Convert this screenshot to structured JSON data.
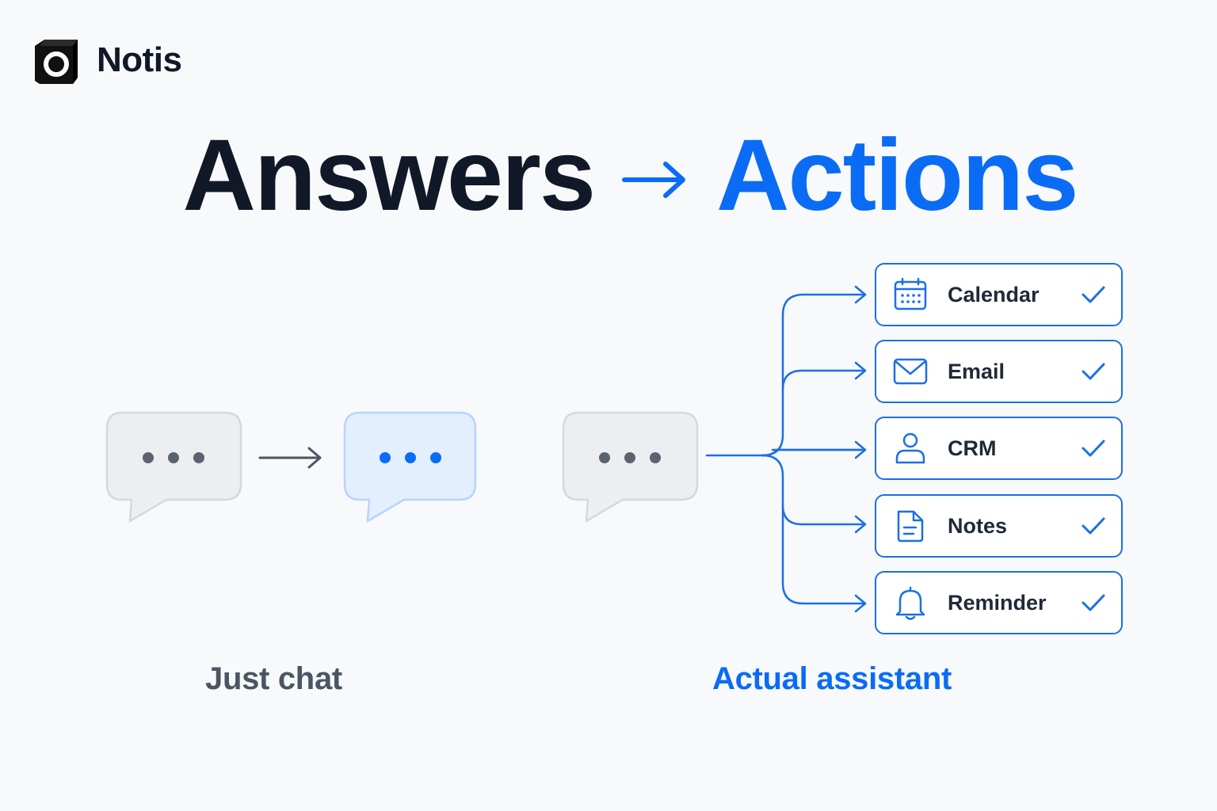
{
  "brand": {
    "name": "Notis",
    "logo_icon": "notis-logo-icon"
  },
  "headline": {
    "from": "Answers",
    "to": "Actions",
    "arrow_icon": "arrow-right-icon"
  },
  "left_flow": {
    "caption": "Just chat"
  },
  "right_flow": {
    "caption": "Actual assistant",
    "actions": [
      {
        "label": "Calendar",
        "icon": "calendar-icon",
        "done": true
      },
      {
        "label": "Email",
        "icon": "mail-icon",
        "done": true
      },
      {
        "label": "CRM",
        "icon": "user-icon",
        "done": true
      },
      {
        "label": "Notes",
        "icon": "document-icon",
        "done": true
      },
      {
        "label": "Reminder",
        "icon": "bell-icon",
        "done": true
      }
    ]
  },
  "colors": {
    "accent": "#0a6cf5",
    "ink": "#111827",
    "muted": "#4b5563",
    "bubble_gray": "#eceef2",
    "bubble_blue": "#e3eefe",
    "background": "#f8f9fb"
  }
}
